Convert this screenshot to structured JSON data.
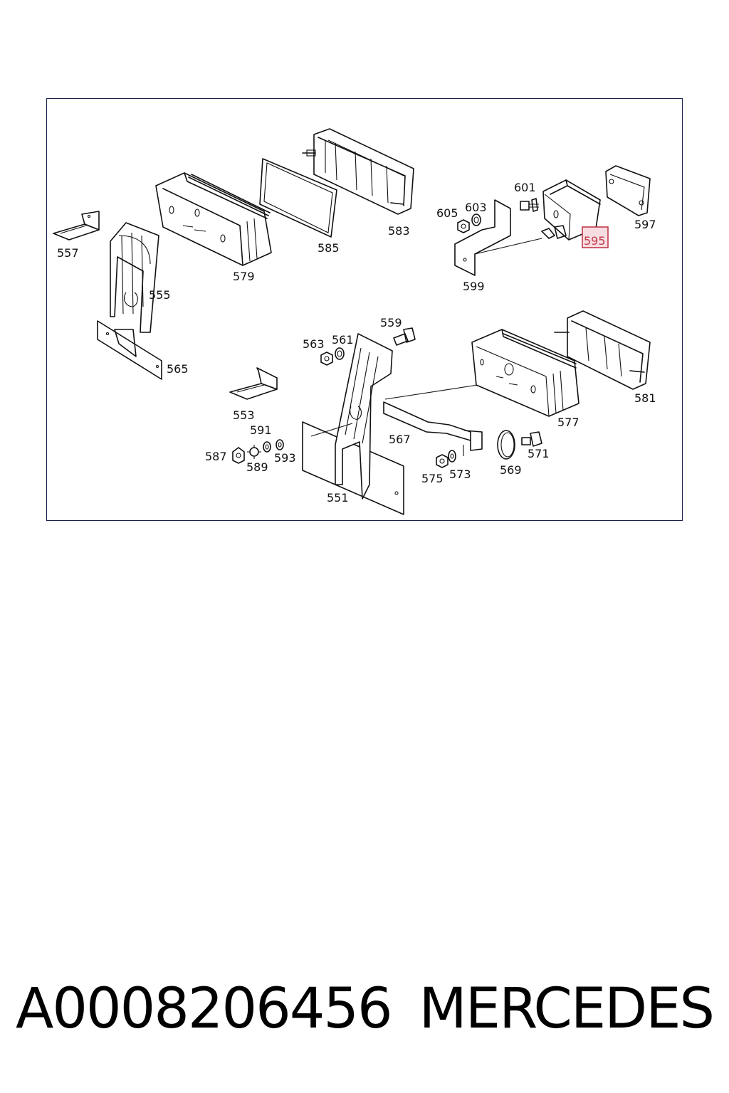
{
  "diagram": {
    "highlight_color": "#c23b4a",
    "frame_color": "#1a1f4a",
    "highlighted_part": "595",
    "labels": {
      "p557": "557",
      "p555": "555",
      "p565": "565",
      "p579": "579",
      "p585": "585",
      "p583": "583",
      "p605": "605",
      "p603": "603",
      "p601": "601",
      "p595": "595",
      "p597": "597",
      "p599": "599",
      "p559": "559",
      "p563": "563",
      "p561": "561",
      "p553": "553",
      "p591": "591",
      "p587": "587",
      "p589": "589",
      "p593": "593",
      "p551": "551",
      "p567": "567",
      "p575": "575",
      "p573": "573",
      "p569": "569",
      "p571": "571",
      "p577": "577",
      "p581": "581"
    }
  },
  "footer": {
    "part_number": "A0008206456",
    "brand": "MERCEDES"
  }
}
